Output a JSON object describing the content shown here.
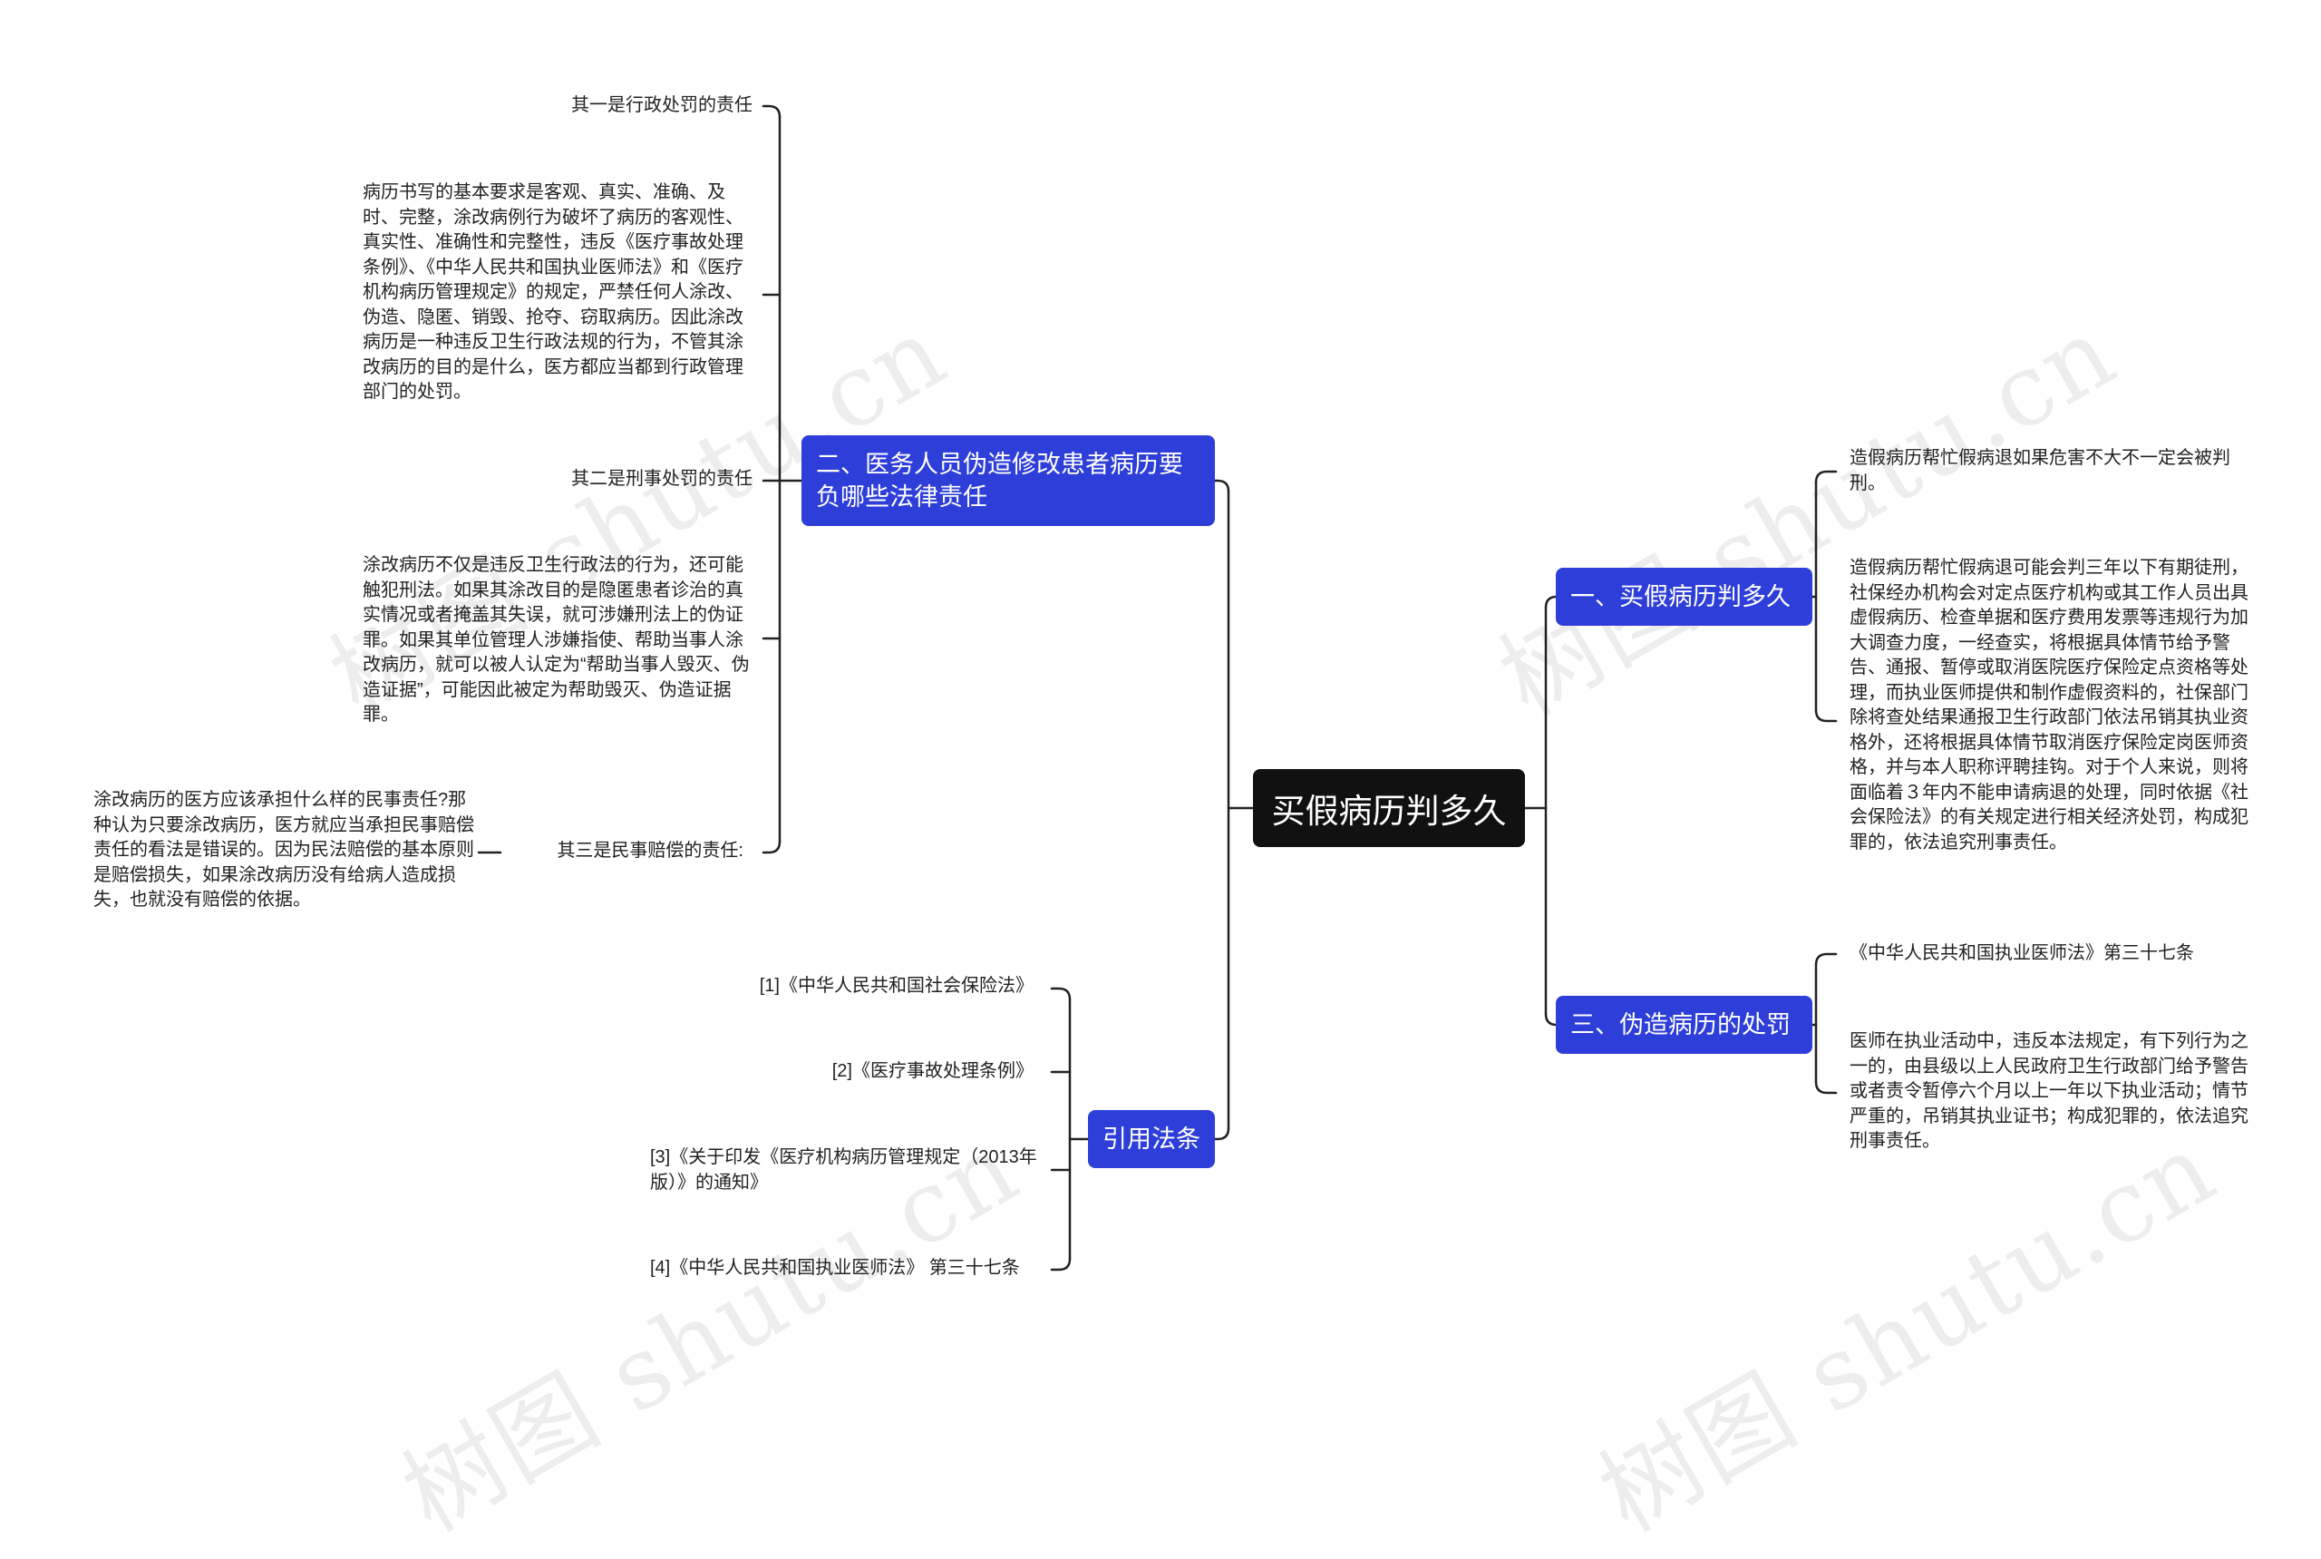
{
  "watermark": "树图 shutu.cn",
  "root": {
    "label": "买假病历判多久"
  },
  "branches": {
    "b1": {
      "label": "一、买假病历判多久"
    },
    "b2": {
      "label": "二、医务人员伪造修改患者病历要负哪些法律责任"
    },
    "b3": {
      "label": "三、伪造病历的处罚"
    },
    "b4": {
      "label": "引用法条"
    }
  },
  "b1_leaves": [
    "造假病历帮忙假病退如果危害不大不一定会被判刑。",
    "造假病历帮忙假病退可能会判三年以下有期徒刑，社保经办机构会对定点医疗机构或其工作人员出具虚假病历、检查单据和医疗费用发票等违规行为加大调查力度，一经查实，将根据具体情节给予警告、通报、暂停或取消医院医疗保险定点资格等处理，而执业医师提供和制作虚假资料的，社保部门除将查处结果通报卫生行政部门依法吊销其执业资格外，还将根据具体情节取消医疗保险定岗医师资格，并与本人职称评聘挂钩。对于个人来说，则将面临着３年内不能申请病退的处理，同时依据《社会保险法》的有关规定进行相关经济处罚，构成犯罪的，依法追究刑事责任。"
  ],
  "b2_leaves": [
    "其一是行政处罚的责任",
    "病历书写的基本要求是客观、真实、准确、及时、完整，涂改病例行为破坏了病历的客观性、真实性、准确性和完整性，违反《医疗事故处理条例》、《中华人民共和国执业医师法》和《医疗机构病历管理规定》的规定，严禁任何人涂改、伪造、隐匿、销毁、抢夺、窃取病历。因此涂改病历是一种违反卫生行政法规的行为，不管其涂改病历的目的是什么，医方都应当都到行政管理部门的处罚。",
    "其二是刑事处罚的责任",
    "涂改病历不仅是违反卫生行政法的行为，还可能触犯刑法。如果其涂改目的是隐匿患者诊治的真实情况或者掩盖其失误，就可涉嫌刑法上的伪证罪。如果其单位管理人涉嫌指使、帮助当事人涂改病历，就可以被人认定为“帮助当事人毁灭、伪造证据”，可能因此被定为帮助毁灭、伪造证据罪。",
    "其三是民事赔偿的责任:"
  ],
  "b2_sub_leaf": "涂改病历的医方应该承担什么样的民事责任?那种认为只要涂改病历，医方就应当承担民事赔偿责任的看法是错误的。因为民法赔偿的基本原则是赔偿损失，如果涂改病历没有给病人造成损失，也就没有赔偿的依据。",
  "b3_leaves": [
    "《中华人民共和国执业医师法》第三十七条",
    "医师在执业活动中，违反本法规定，有下列行为之一的，由县级以上人民政府卫生行政部门给予警告或者责令暂停六个月以上一年以下执业活动；情节严重的，吊销其执业证书；构成犯罪的，依法追究刑事责任。"
  ],
  "b4_leaves": [
    "[1]《中华人民共和国社会保险法》",
    "[2]《医疗事故处理条例》",
    "[3]《关于印发《医疗机构病历管理规定（2013年版）》的通知》",
    "[4]《中华人民共和国执业医师法》 第三十七条"
  ],
  "colors": {
    "root": "#111111",
    "branch": "#2e3ed9",
    "line": "#222222",
    "text": "#222222"
  }
}
